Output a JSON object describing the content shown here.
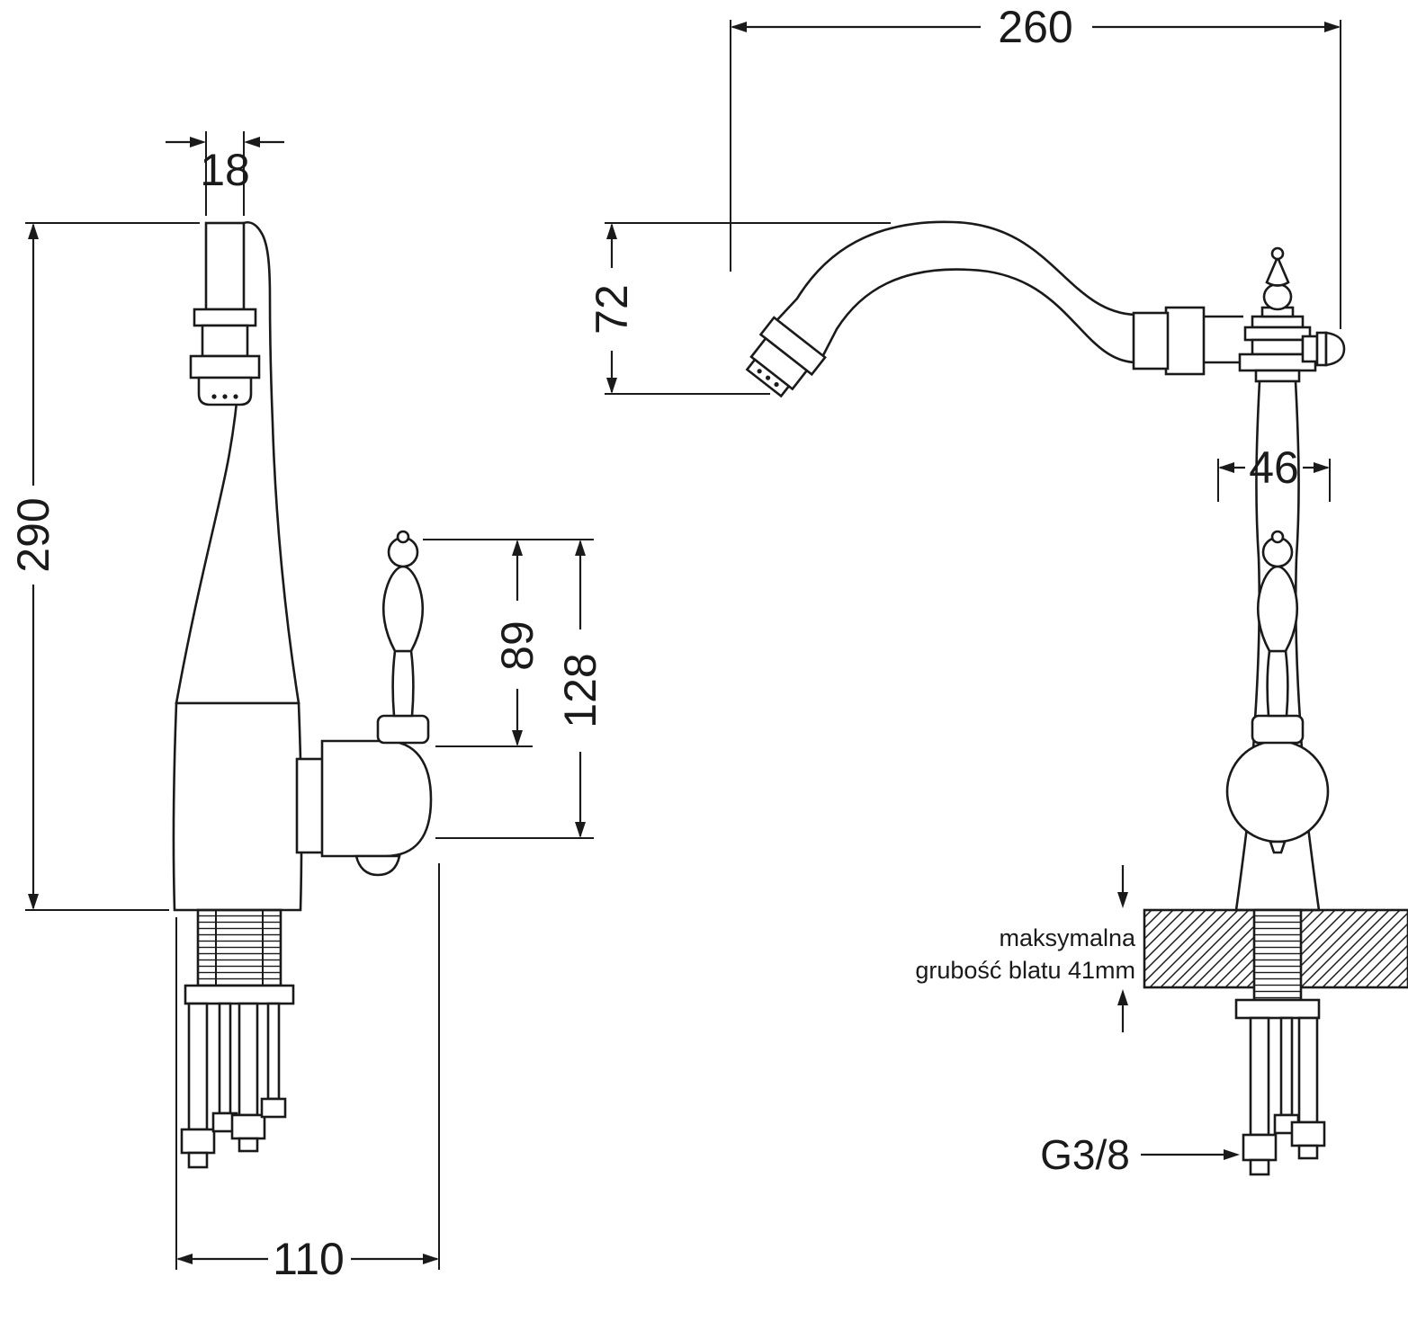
{
  "drawing": {
    "side_view": {
      "dims": {
        "spout_outlet_diameter": "18",
        "total_height": "290",
        "base_depth": "110",
        "handle_upper_height": "89",
        "handle_total_height": "128"
      }
    },
    "front_view": {
      "dims": {
        "spout_reach": "260",
        "spout_drop": "72",
        "head_width": "46"
      },
      "countertop_note": {
        "line1": "maksymalna",
        "line2": "grubość blatu 41mm"
      },
      "thread_label": "G3/8"
    }
  }
}
